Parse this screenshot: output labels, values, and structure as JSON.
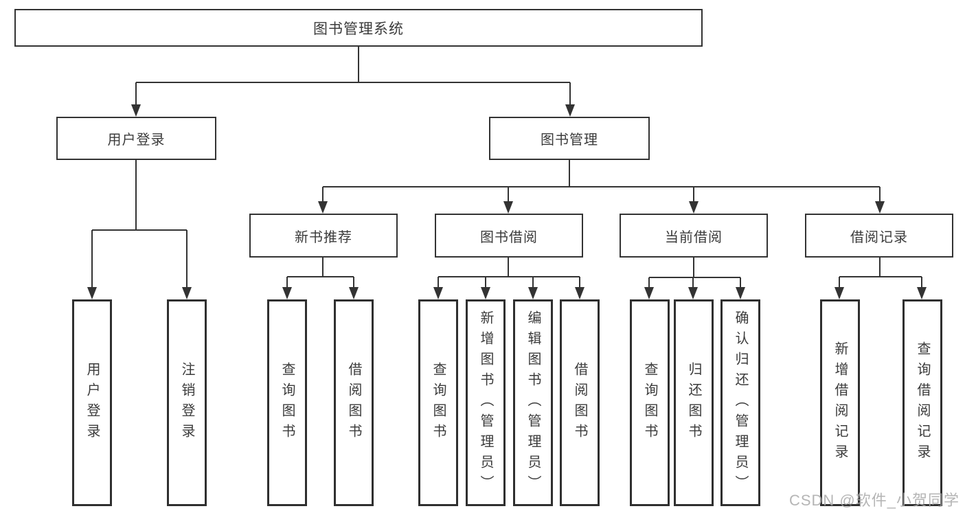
{
  "diagram": {
    "root_label": "图书管理系统",
    "branches": [
      {
        "label": "用户登录",
        "children": [
          {
            "label": "用户登录"
          },
          {
            "label": "注销登录"
          }
        ]
      },
      {
        "label": "图书管理",
        "sections": [
          {
            "label": "新书推荐",
            "children": [
              {
                "label": "查询图书"
              },
              {
                "label": "借阅图书"
              }
            ]
          },
          {
            "label": "图书借阅",
            "children": [
              {
                "label": "查询图书"
              },
              {
                "label": "新增图书（管理员）"
              },
              {
                "label": "编辑图书（管理员）"
              },
              {
                "label": "借阅图书"
              }
            ]
          },
          {
            "label": "当前借阅",
            "children": [
              {
                "label": "查询图书"
              },
              {
                "label": "归还图书"
              },
              {
                "label": "确认归还（管理员）"
              }
            ]
          },
          {
            "label": "借阅记录",
            "children": [
              {
                "label": "新增借阅记录"
              },
              {
                "label": "查询借阅记录"
              }
            ]
          }
        ]
      }
    ]
  },
  "watermark": {
    "text": "CSDN @软件_小贺同学"
  },
  "colors": {
    "line": "#333333",
    "box_border": "#2f2f2f",
    "text": "#3b3b3b",
    "watermark": "#a9a9a9",
    "background": "#ffffff"
  }
}
